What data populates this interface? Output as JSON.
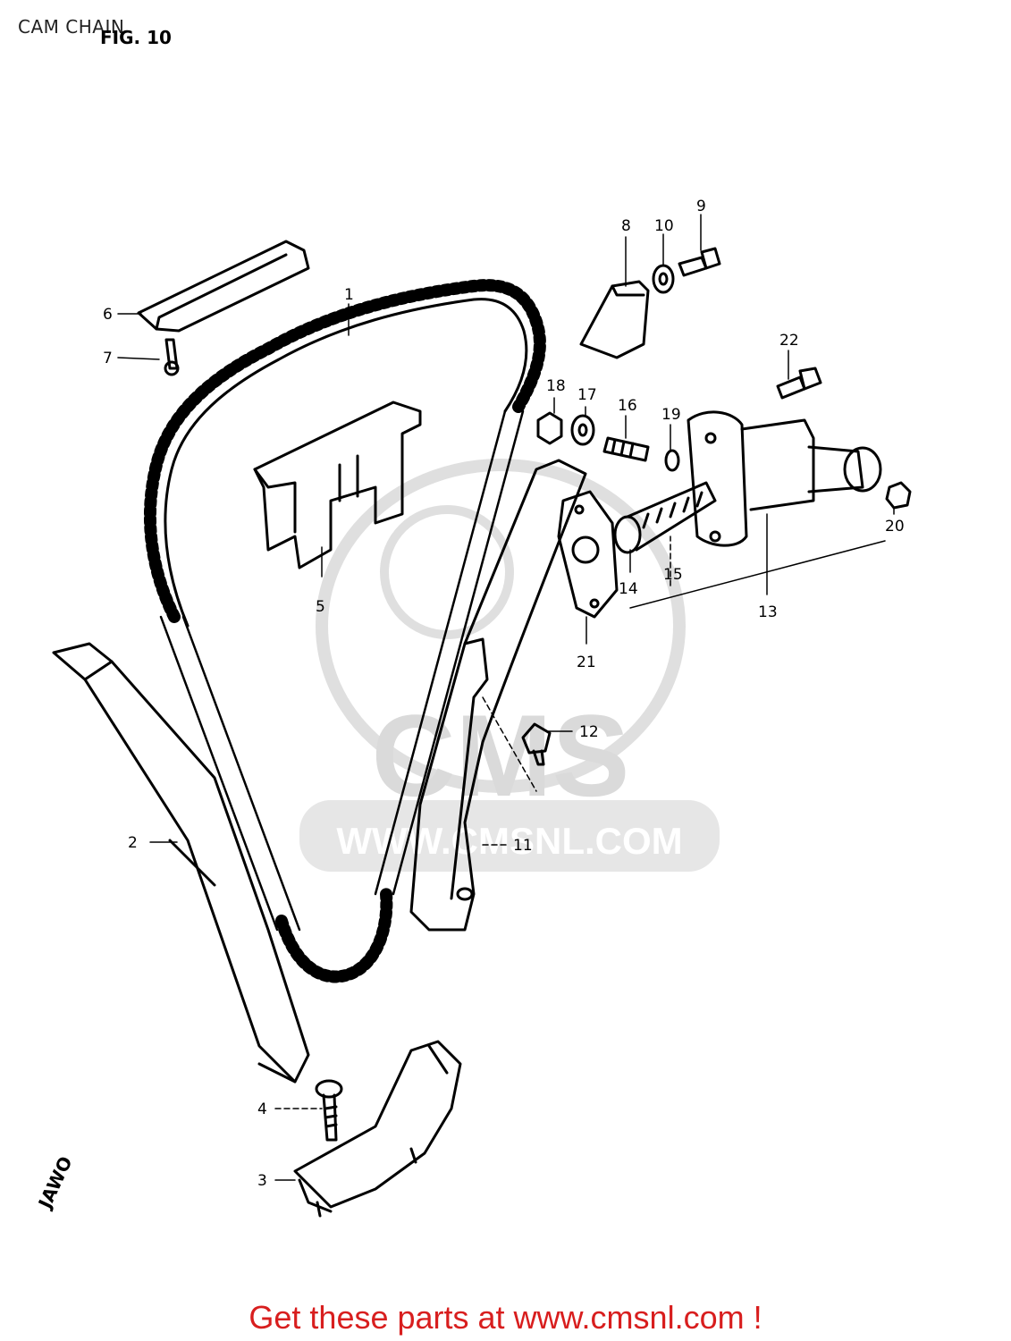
{
  "page": {
    "title": "CAM CHAIN",
    "figure_label": "FIG. 10",
    "footer_link": "Get these parts at www.cmsnl.com !",
    "watermark_logo": "CMS",
    "watermark_url": "WWW.CMSNL.COM",
    "corner_stamp": "JAWO"
  },
  "colors": {
    "footer": "#d81e1e",
    "line": "#000000",
    "watermark": "#dcdcdc"
  },
  "parts": [
    {
      "id": "1",
      "name": "cam-chain"
    },
    {
      "id": "2",
      "name": "chain-guide-rear"
    },
    {
      "id": "3",
      "name": "guide-holder"
    },
    {
      "id": "4",
      "name": "screw"
    },
    {
      "id": "5",
      "name": "chain-guide-top"
    },
    {
      "id": "6",
      "name": "chain-guide-upper"
    },
    {
      "id": "7",
      "name": "screw-small"
    },
    {
      "id": "8",
      "name": "tensioner-cap"
    },
    {
      "id": "9",
      "name": "bolt"
    },
    {
      "id": "10",
      "name": "washer"
    },
    {
      "id": "11",
      "name": "tensioner-slipper"
    },
    {
      "id": "12",
      "name": "bolt-slipper"
    },
    {
      "id": "13",
      "name": "tensioner-assembly"
    },
    {
      "id": "14",
      "name": "push-rod"
    },
    {
      "id": "15",
      "name": "spring"
    },
    {
      "id": "16",
      "name": "stud"
    },
    {
      "id": "17",
      "name": "washer-small"
    },
    {
      "id": "18",
      "name": "nut"
    },
    {
      "id": "19",
      "name": "o-ring"
    },
    {
      "id": "20",
      "name": "cap-nut"
    },
    {
      "id": "21",
      "name": "gasket"
    },
    {
      "id": "22",
      "name": "bolt-tensioner"
    }
  ]
}
